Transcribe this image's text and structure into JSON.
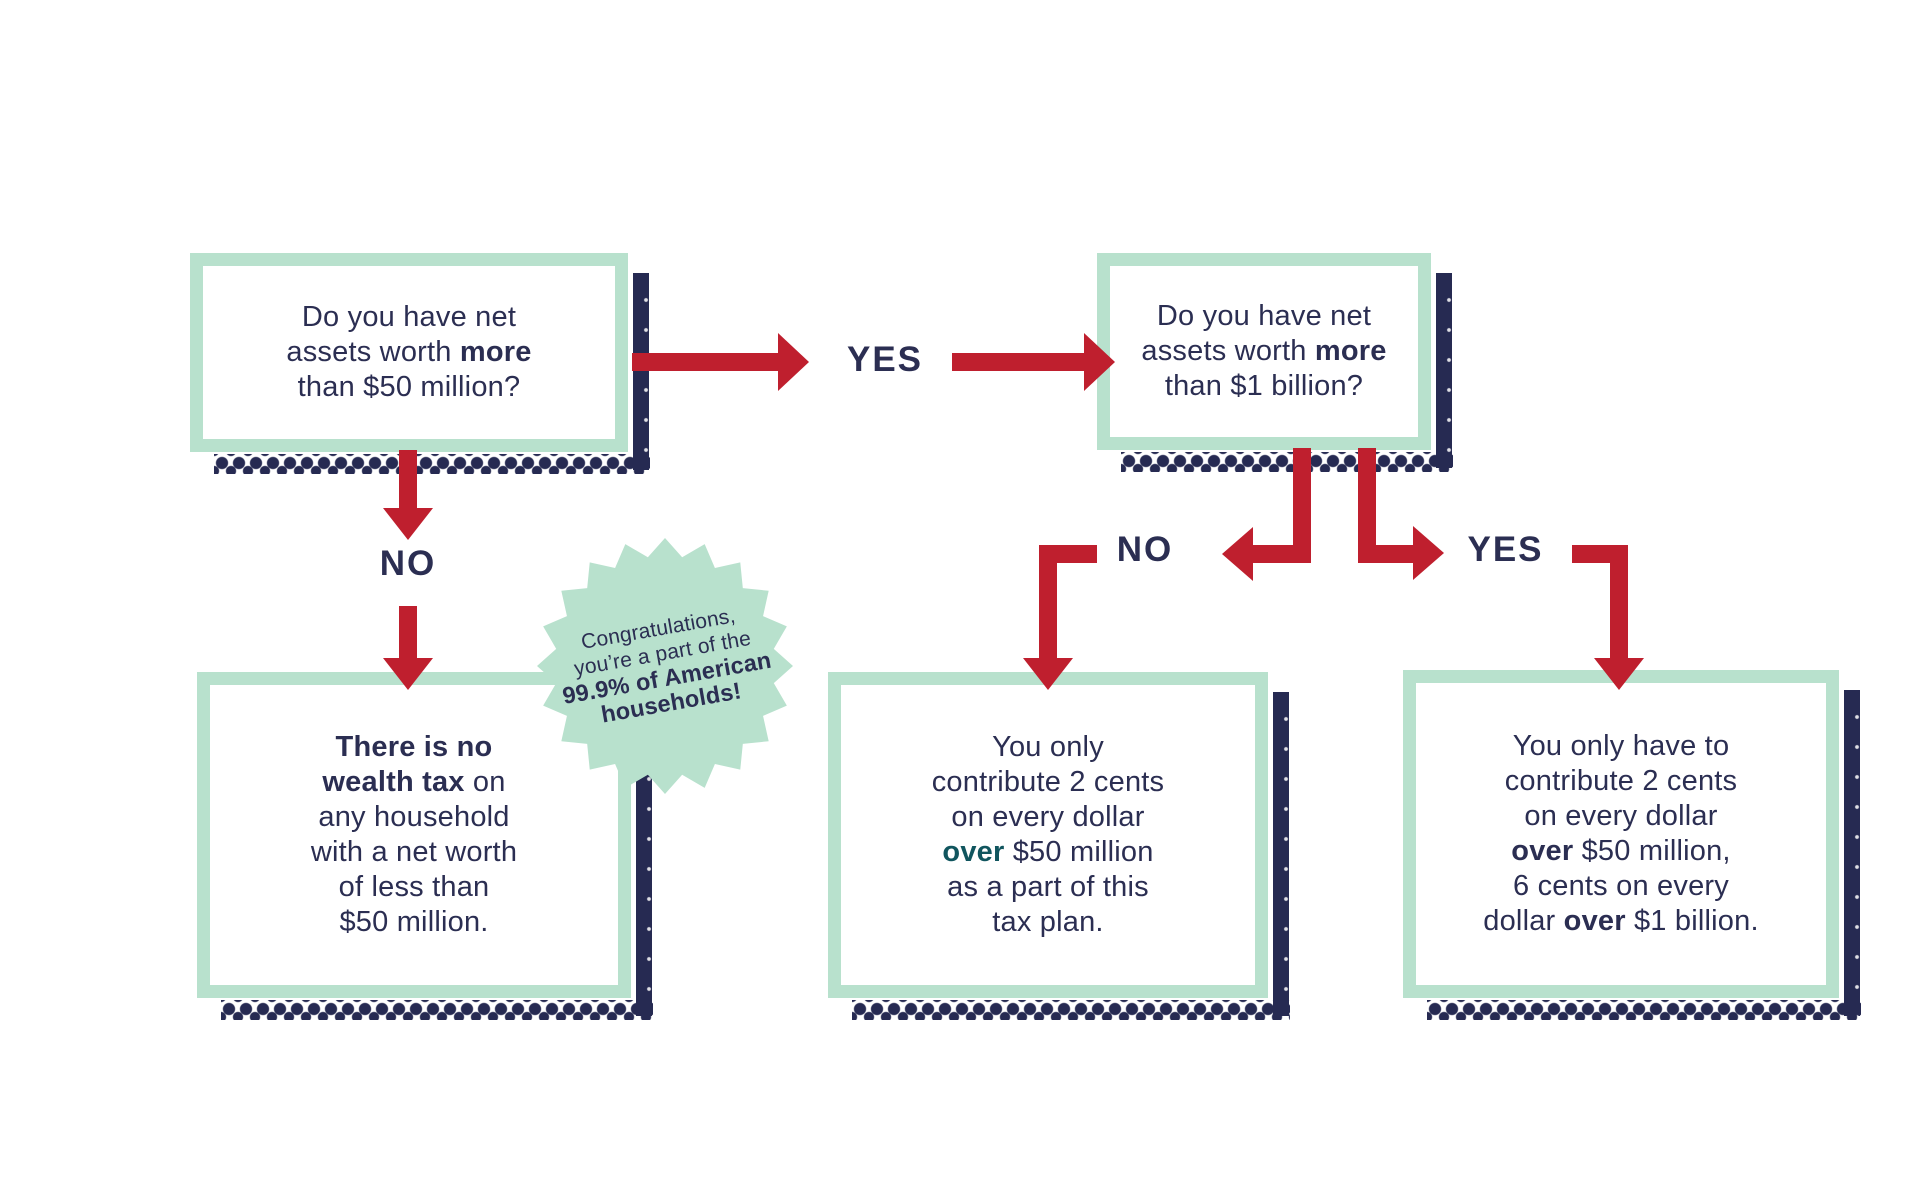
{
  "palette": {
    "mint": "#b8e1cd",
    "navy": "#2b2e52",
    "red": "#bf1f2e",
    "teal": "#10555e",
    "background": "#ffffff"
  },
  "labels": {
    "yes_top": "YES",
    "no_left": "NO",
    "no_mid": "NO",
    "yes_right": "YES"
  },
  "boxes": {
    "q1": {
      "lines": [
        [
          {
            "t": "Do you have net"
          }
        ],
        [
          {
            "t": "assets worth "
          },
          {
            "t": "more",
            "b": true
          }
        ],
        [
          {
            "t": "than $50 million?"
          }
        ]
      ]
    },
    "q2": {
      "lines": [
        [
          {
            "t": "Do you have net"
          }
        ],
        [
          {
            "t": "assets worth "
          },
          {
            "t": "more",
            "b": true
          }
        ],
        [
          {
            "t": "than $1 billion?"
          }
        ]
      ]
    },
    "a1": {
      "lines": [
        [
          {
            "t": "There is no",
            "b": true
          }
        ],
        [
          {
            "t": "wealth tax",
            "b": true
          },
          {
            "t": " on"
          }
        ],
        [
          {
            "t": "any household"
          }
        ],
        [
          {
            "t": "with a net worth"
          }
        ],
        [
          {
            "t": "of less than"
          }
        ],
        [
          {
            "t": "$50 million."
          }
        ]
      ]
    },
    "a2": {
      "lines": [
        [
          {
            "t": "You only"
          }
        ],
        [
          {
            "t": "contribute 2 cents"
          }
        ],
        [
          {
            "t": "on every dollar"
          }
        ],
        [
          {
            "t": "over",
            "b": true,
            "c": "teal"
          },
          {
            "t": " $50 million"
          }
        ],
        [
          {
            "t": "as a part of this"
          }
        ],
        [
          {
            "t": "tax plan."
          }
        ]
      ]
    },
    "a3": {
      "lines": [
        [
          {
            "t": "You only have to"
          }
        ],
        [
          {
            "t": "contribute 2 cents"
          }
        ],
        [
          {
            "t": "on every dollar"
          }
        ],
        [
          {
            "t": "over",
            "b": true
          },
          {
            "t": " $50 million,"
          }
        ],
        [
          {
            "t": "6 cents on every"
          }
        ],
        [
          {
            "t": "dollar "
          },
          {
            "t": "over",
            "b": true
          },
          {
            "t": " $1 billion."
          }
        ]
      ]
    }
  },
  "badge": {
    "lines": [
      {
        "t": "Congratulations,",
        "b": false
      },
      {
        "t": "you’re a part of the",
        "b": false
      },
      {
        "t": "99.9% of American",
        "b": true
      },
      {
        "t": "households!",
        "b": true
      }
    ]
  }
}
